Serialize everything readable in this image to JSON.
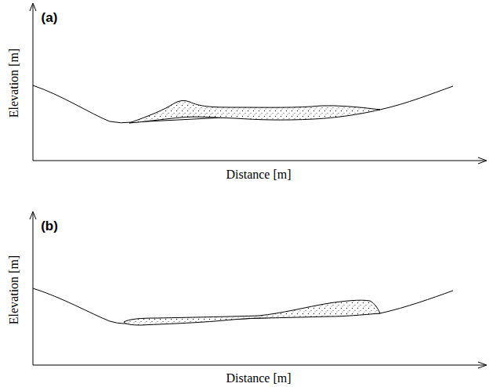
{
  "diagram": {
    "labels": [
      "(a)",
      "Elevation [m]",
      "Distance [m]",
      "(b)",
      "Elevation [m]",
      "Distance [m]"
    ]
  }
}
